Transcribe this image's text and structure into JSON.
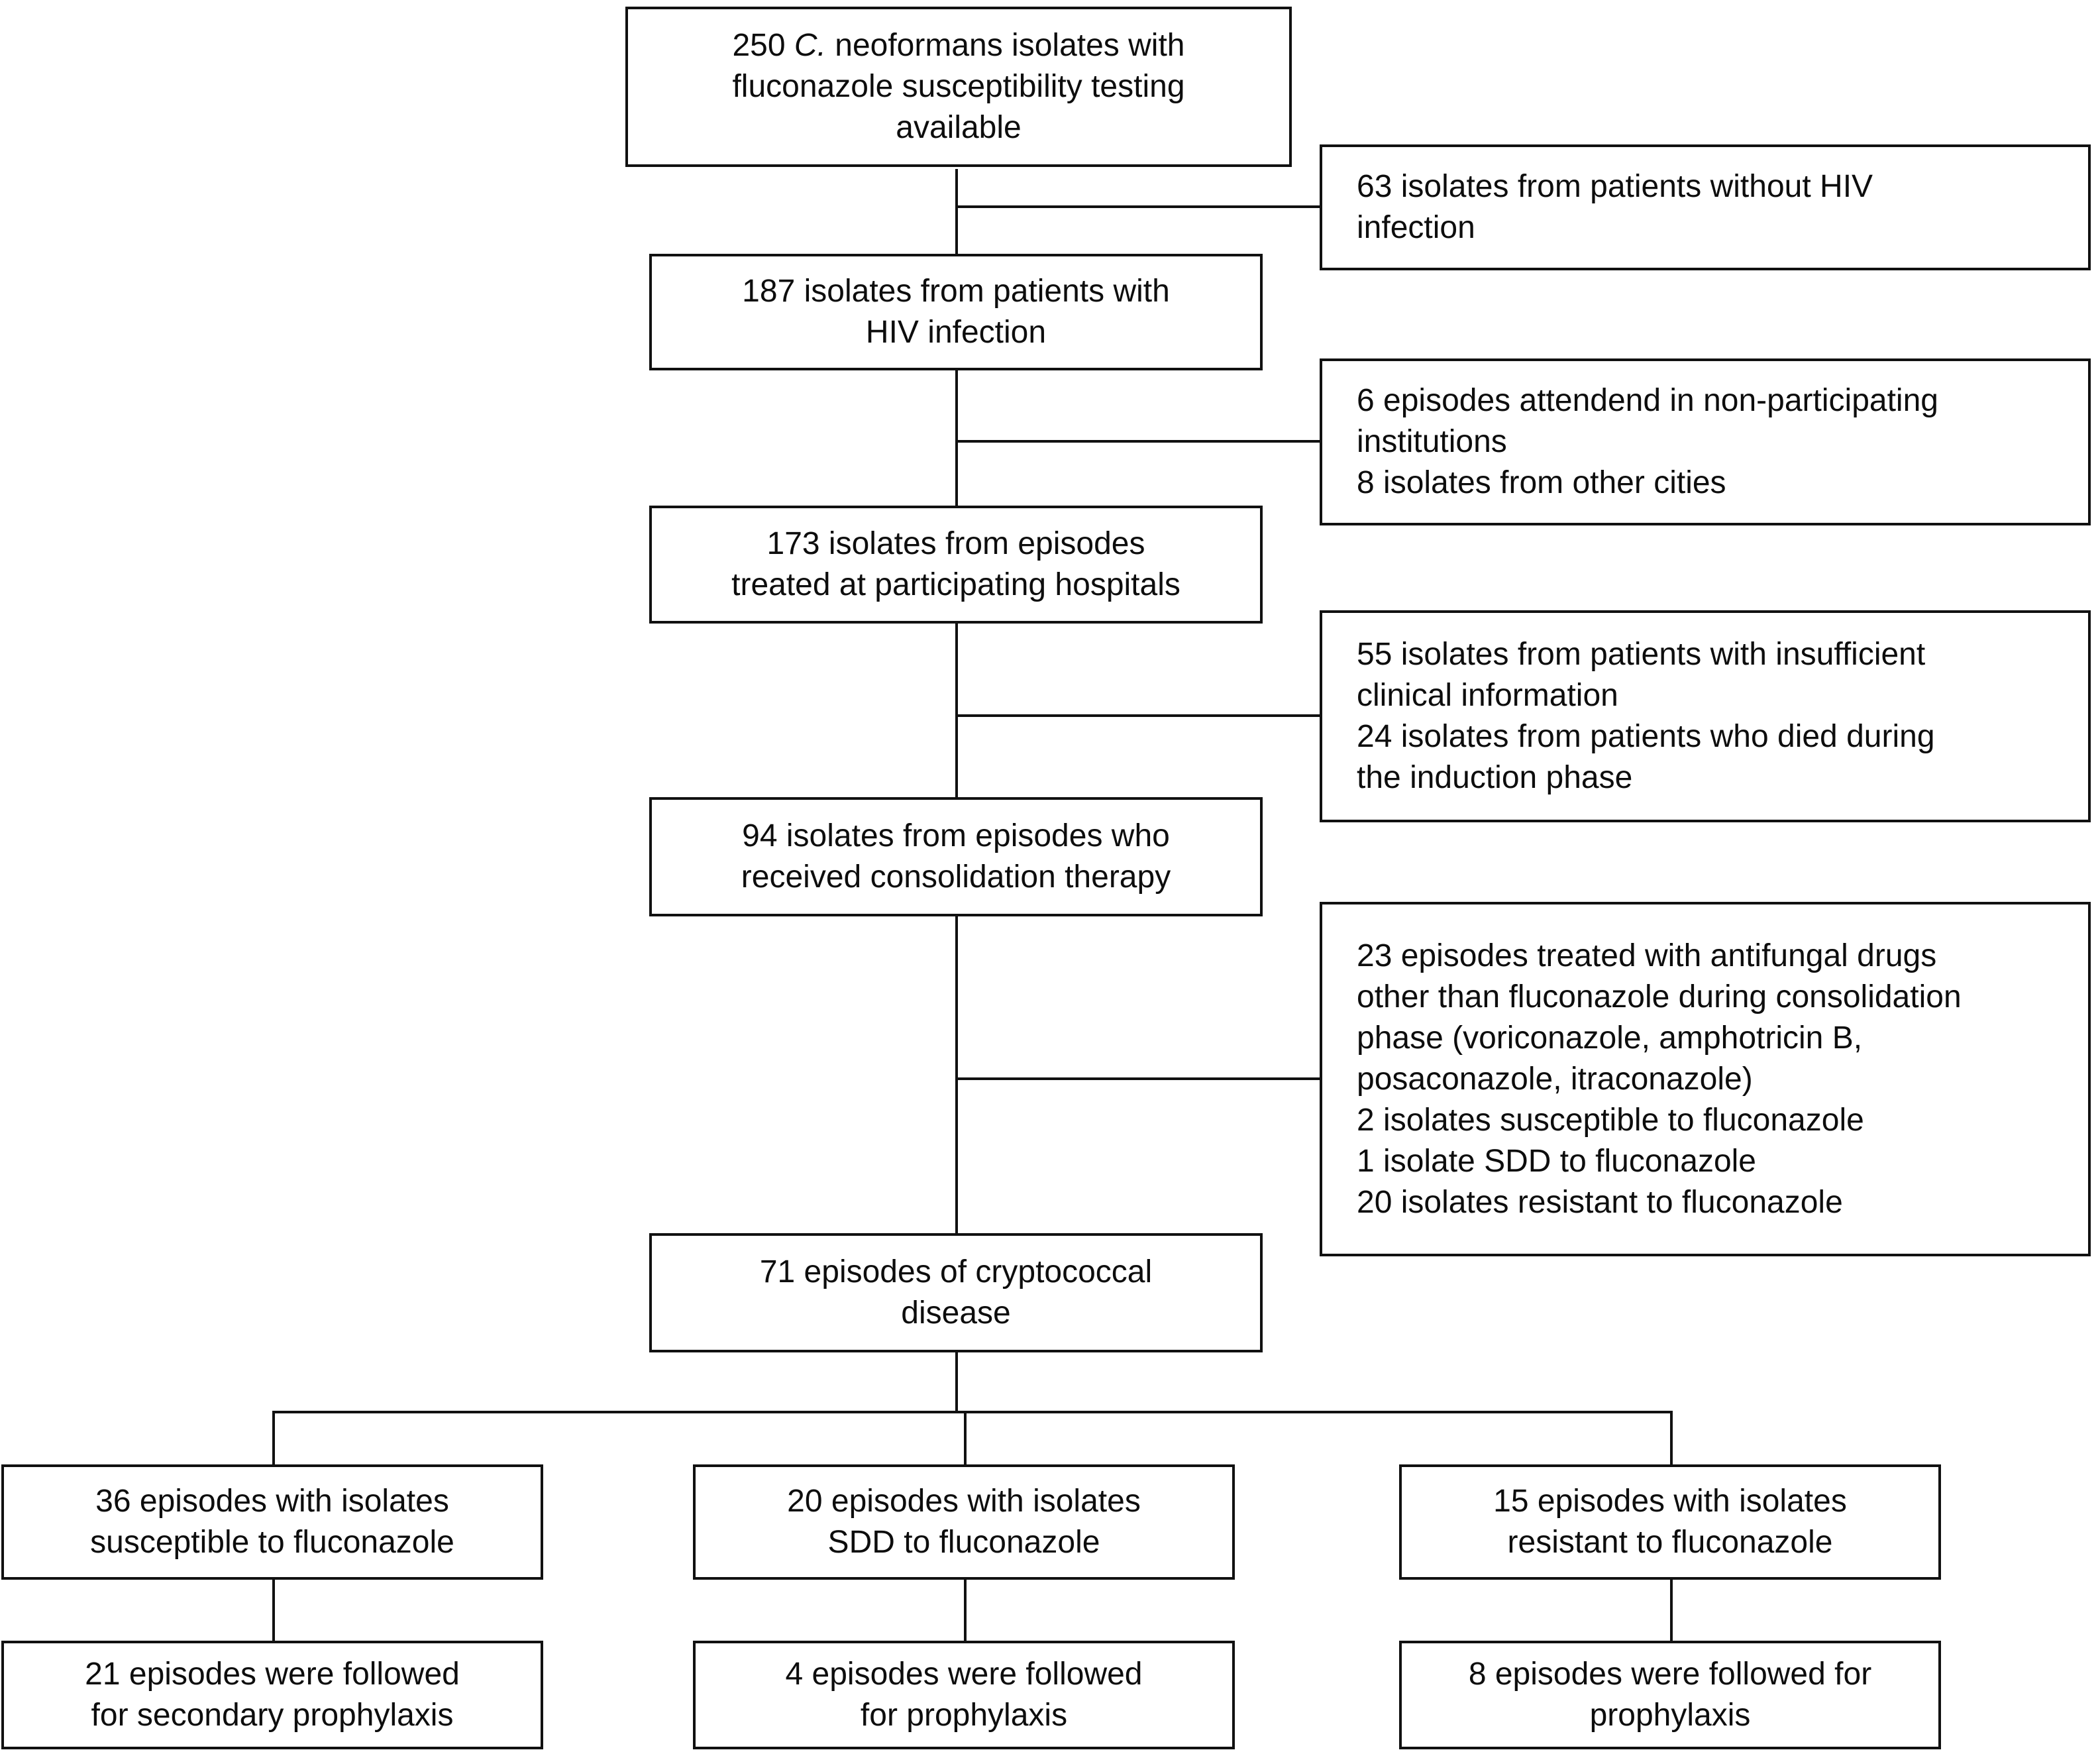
{
  "flowchart": {
    "colors": {
      "line": "#111111",
      "box_border": "#111111",
      "background": "#ffffff",
      "text": "#0d0d0d"
    },
    "title_box": {
      "prefix": "250 ",
      "species": "C.",
      "suffix": " neoformans isolates with",
      "lines_rest": [
        "fluconazole susceptibility testing",
        "available"
      ]
    },
    "main_boxes": [
      {
        "key": "hiv-infection",
        "lines": [
          "187 isolates from patients with",
          "HIV infection"
        ]
      },
      {
        "key": "participating-hospitals",
        "lines": [
          "173 isolates from episodes",
          "treated at participating hospitals"
        ]
      },
      {
        "key": "consolidation-therapy",
        "lines": [
          "94 isolates from episodes who",
          "received consolidation therapy"
        ]
      },
      {
        "key": "cryptococcal-episodes",
        "lines": [
          "71 episodes of cryptococcal",
          "disease"
        ]
      }
    ],
    "exclusion_boxes": [
      {
        "key": "without-hiv",
        "lines": [
          "63 isolates from patients without HIV",
          "infection"
        ]
      },
      {
        "key": "non-participating",
        "lines": [
          "6 episodes attendend in non-participating",
          "institutions",
          "8 isolates from other cities"
        ]
      },
      {
        "key": "insufficient-info-died",
        "lines": [
          "55 isolates from patients with insufficient",
          "clinical information",
          "24 isolates from patients who died during",
          "the induction phase"
        ]
      },
      {
        "key": "other-antifungals",
        "lines": [
          "23 episodes treated with antifungal drugs",
          "other than fluconazole during consolidation",
          "phase (voriconazole, amphotricin B,",
          "posaconazole, itraconazole)",
          "2 isolates susceptible to fluconazole",
          "1 isolate SDD to fluconazole",
          "20 isolates resistant to fluconazole"
        ]
      }
    ],
    "outcome_columns": [
      {
        "key": "susceptible",
        "top_lines": [
          "36 episodes with isolates",
          "susceptible to fluconazole"
        ],
        "bottom_lines": [
          "21 episodes were followed",
          "for secondary prophylaxis"
        ]
      },
      {
        "key": "sdd",
        "top_lines": [
          "20 episodes with isolates",
          "SDD to fluconazole"
        ],
        "bottom_lines": [
          "4 episodes were followed",
          "for prophylaxis"
        ]
      },
      {
        "key": "resistant",
        "top_lines": [
          "15 episodes with isolates",
          "resistant to fluconazole"
        ],
        "bottom_lines": [
          "8 episodes were followed for",
          "prophylaxis"
        ]
      }
    ]
  }
}
